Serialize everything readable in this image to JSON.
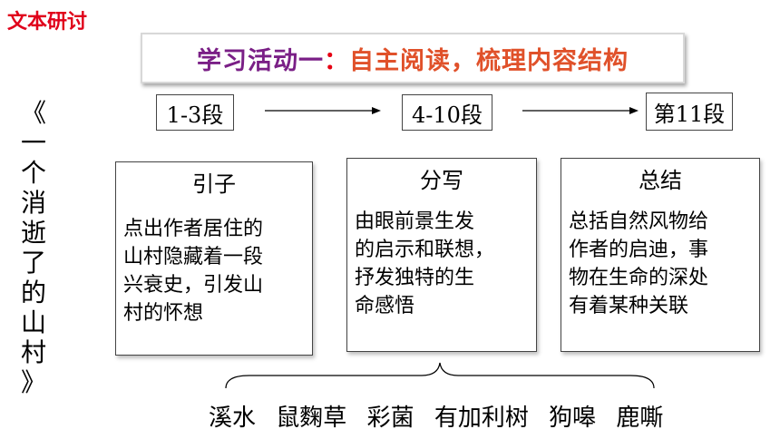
{
  "corner_label": "文本研讨",
  "title": {
    "prefix": "学习活动一",
    "separator": "：",
    "main": "自主阅读，梳理内容结构"
  },
  "vertical_title": [
    "《",
    "一",
    "个",
    "消",
    "逝",
    "了",
    "的",
    "山",
    "村",
    "》"
  ],
  "segments": [
    {
      "label": "1-3段"
    },
    {
      "label": "4-10段"
    },
    {
      "label": "第11段"
    }
  ],
  "boxes": [
    {
      "heading": "引子",
      "lines": [
        "点出作者居住的",
        "山村隐藏着一段",
        "兴衰史，引发山",
        "村的怀想"
      ]
    },
    {
      "heading": "分写",
      "lines": [
        "由眼前景生发",
        "的启示和联想，",
        "抒发独特的生",
        "命感悟"
      ]
    },
    {
      "heading": "总结",
      "lines": [
        "总括自然风物给",
        "作者的启迪，事",
        "物在生命的深处",
        "有着某种关联"
      ]
    }
  ],
  "elements": [
    "溪水",
    "鼠麴草",
    "彩菌",
    "有加利树",
    "狗嗥",
    "鹿嘶"
  ],
  "colors": {
    "corner_label": "#e0001b",
    "title_prefix": "#7a1f86",
    "title_main": "#e0512a"
  }
}
